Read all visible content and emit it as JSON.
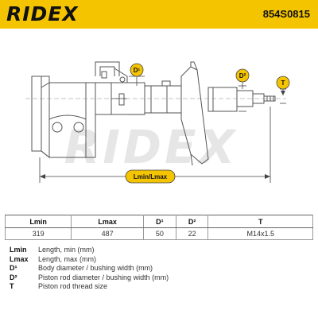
{
  "header": {
    "brand": "RIDEX",
    "part_number": "854S0815",
    "background": "#f5c400"
  },
  "diagram": {
    "watermark": "RIDEX",
    "labels": {
      "d1": "D¹",
      "d2": "D²",
      "t": "T",
      "length": "Lmin/Lmax"
    },
    "icons": [
      "shock-absorber-drawing"
    ]
  },
  "table": {
    "headers": [
      "Lmin",
      "Lmax",
      "D¹",
      "D²",
      "T"
    ],
    "values": [
      "319",
      "487",
      "50",
      "22",
      "M14x1.5"
    ]
  },
  "legend": [
    {
      "key": "Lmin",
      "text": "Length, min (mm)"
    },
    {
      "key": "Lmax",
      "text": "Length, max (mm)"
    },
    {
      "key": "D¹",
      "text": "Body diameter / bushing width (mm)"
    },
    {
      "key": "D²",
      "text": "Piston rod diameter / bushing width (mm)"
    },
    {
      "key": "T",
      "text": "Piston rod thread size"
    }
  ]
}
